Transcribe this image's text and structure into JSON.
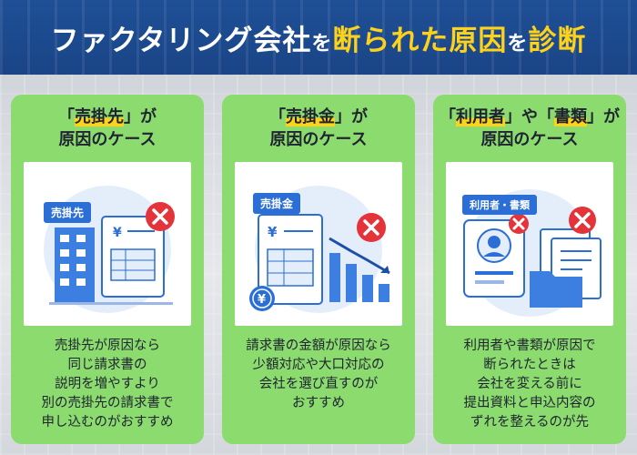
{
  "header": {
    "title_part1": "ファクタリング会社",
    "title_part2": "を",
    "title_part3": "断られた原因",
    "title_part4": "を",
    "title_part5": "診断"
  },
  "panels": [
    {
      "title_open": "「",
      "title_key": "売掛先",
      "title_close": "」が",
      "title_line2": "原因のケース",
      "badge": "売掛先",
      "desc": [
        "売掛先が原因なら",
        "同じ請求書の",
        "説明を増やすより",
        "別の売掛先の請求書で",
        "申し込むのがおすすめ"
      ]
    },
    {
      "title_open": "「",
      "title_key": "売掛金",
      "title_close": "」が",
      "title_line2": "原因のケース",
      "badge": "売掛金",
      "desc": [
        "請求書の金額が原因なら",
        "少額対応や大口対応の",
        "会社を選び直すのが",
        "おすすめ"
      ]
    },
    {
      "title_open": "「",
      "title_key": "利用者",
      "title_mid": "」や「",
      "title_key2": "書類",
      "title_close": "」が",
      "title_line2": "原因のケース",
      "badge": "利用者・書類",
      "desc": [
        "利用者や書類が原因で",
        "断られたときは",
        "会社を変える前に",
        "提出資料と申込内容の",
        "ずれを整えるのが先"
      ]
    }
  ],
  "icons": {
    "yen_symbol": "¥",
    "x_mark": "✕"
  },
  "colors": {
    "header_bg": "#1f4f96",
    "accent_yellow": "#ffd21a",
    "panel_green": "#8bdb6f",
    "icon_blue": "#2b6fd6",
    "alert_red": "#e5333a"
  }
}
